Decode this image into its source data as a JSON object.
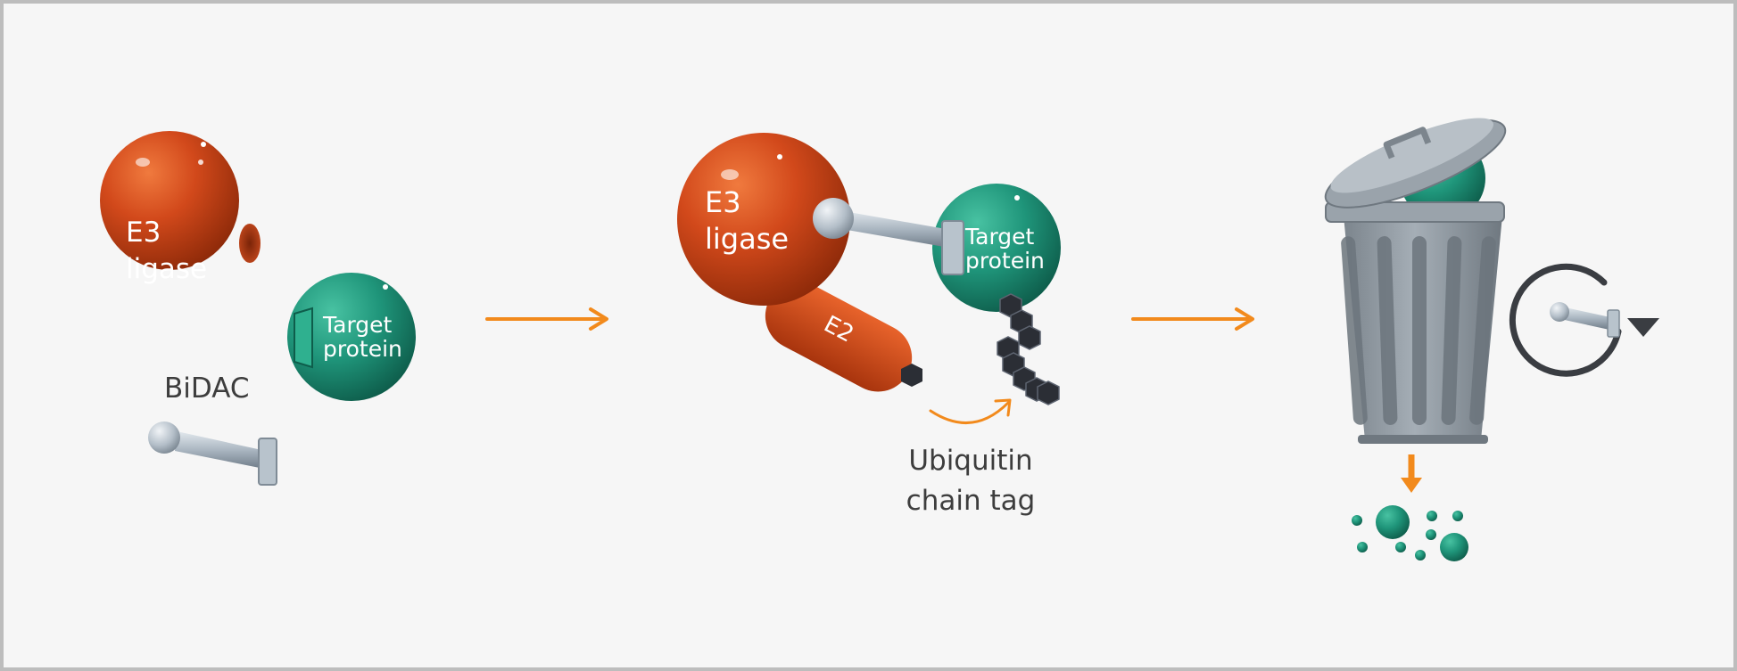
{
  "diagram": {
    "panel1": {
      "e3_line1": "E3",
      "e3_line2": "ligase",
      "target_line1": "Target",
      "target_line2": "protein",
      "bidac_label": "BiDAC"
    },
    "panel2": {
      "e3_line1": "E3",
      "e3_line2": "ligase",
      "target_line1": "Target",
      "target_line2": "protein",
      "e2_label": "E2",
      "ubiquitin_line1": "Ubiquitin",
      "ubiquitin_line2": "chain tag"
    }
  },
  "colors": {
    "background": "#f6f6f6",
    "frame": "#bdbdbd",
    "e3_orange": "#d2491b",
    "target_teal": "#1f957a",
    "arrow_orange": "#f28a1c",
    "bidac_gray": "#aab6c1",
    "trash_gray": "#8d969e",
    "text_dark": "#3d3d3d"
  },
  "icons": {
    "step_arrow": "right-arrow-icon",
    "trash": "trash-can-icon",
    "recycle": "recycle-arrow-icon",
    "down": "down-arrow-icon"
  }
}
